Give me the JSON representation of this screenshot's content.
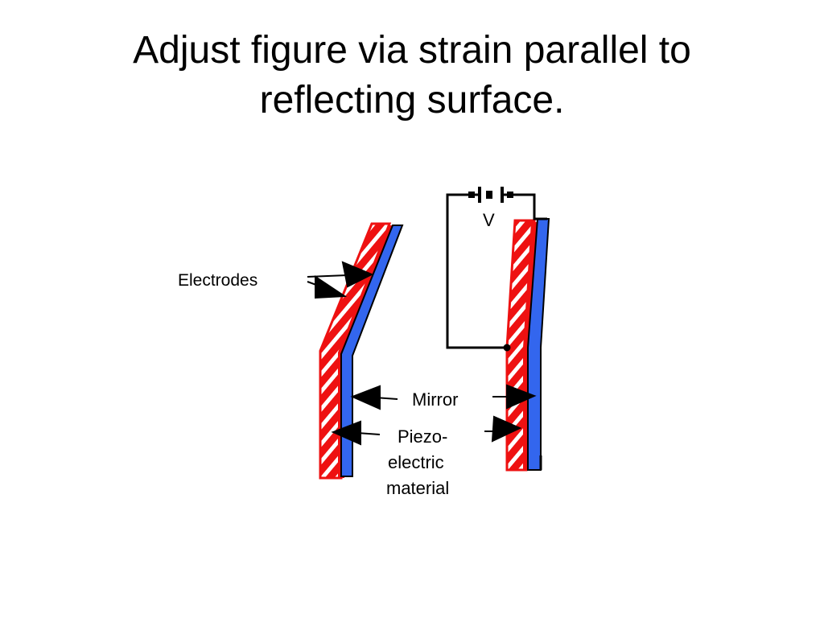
{
  "slide": {
    "title_lines": [
      "Adjust figure via strain parallel to",
      "reflecting surface."
    ]
  },
  "diagram": {
    "labels": {
      "electrodes": "Electrodes",
      "voltage": "V",
      "mirror": "Mirror",
      "piezo_line1": "Piezo-",
      "piezo_line2": "electric",
      "piezo_line3": "material"
    },
    "colors": {
      "electrode": "#ee1111",
      "piezo_hatch": "#ffffff",
      "mirror": "#3366ee",
      "wire": "#000000"
    },
    "icons": [
      "battery-icon",
      "arrow-icon"
    ]
  }
}
